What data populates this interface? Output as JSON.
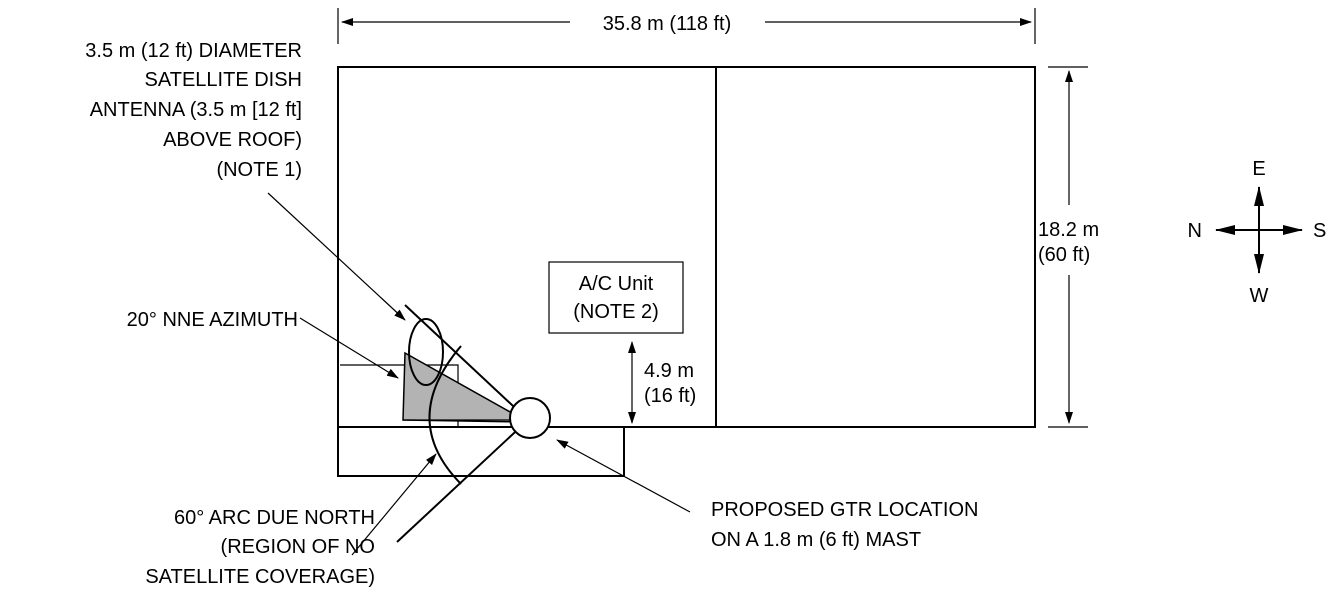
{
  "dimensions": {
    "width_label": "35.8 m (118 ft)",
    "height_line1": "18.2 m",
    "height_line2": "(60 ft)",
    "offset_line1": "4.9 m",
    "offset_line2": "(16 ft)"
  },
  "labels": {
    "dish": [
      "3.5 m (12 ft) DIAMETER",
      "SATELLITE DISH",
      "ANTENNA (3.5 m [12 ft]",
      "ABOVE ROOF)",
      "(NOTE 1)"
    ],
    "azimuth": "20° NNE AZIMUTH",
    "arc": [
      "60° ARC DUE NORTH",
      "(REGION OF NO",
      "SATELLITE COVERAGE)"
    ],
    "gtr": [
      "PROPOSED GTR LOCATION",
      "ON A 1.8 m (6 ft) MAST"
    ],
    "ac_unit": [
      "A/C Unit",
      "(NOTE 2)"
    ]
  },
  "compass": {
    "north": "N",
    "south": "S",
    "east": "E",
    "west": "W"
  },
  "colors": {
    "line": "#000000",
    "wedge_fill": "#b3b3b3",
    "background": "#ffffff"
  }
}
